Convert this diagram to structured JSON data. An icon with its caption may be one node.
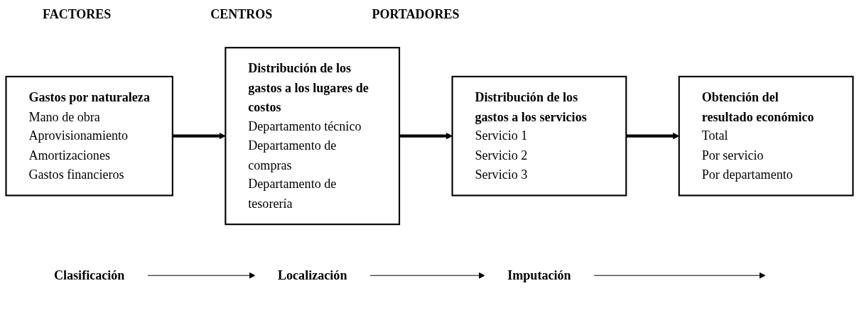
{
  "diagram": {
    "nodes": [
      {
        "text": [
          "Gastos por naturaleza",
          "Mano de obra",
          "Aprovisionamiento",
          "Amortizaciones",
          "Gastos financieros"
        ]
      },
      {
        "text": [
          "Distribución de los gastos a los lugares de costos",
          "Departamento técnico",
          "Departamento de compras",
          "Departamento de tesorería"
        ]
      },
      {
        "text": [
          "Distribución de los gastos a los servicios",
          "Servicio 1",
          "Servicio 2",
          "Servicio 3"
        ]
      },
      {
        "text": [
          "Obtención del resultado económico",
          "Total",
          "Por servicio",
          "Por departamento"
        ]
      },
      {
        "text": [
          "Clasificación"
        ]
      },
      {
        "text": [
          "Localización"
        ]
      },
      {
        "text": [
          "Imputación"
        ]
      }
    ],
    "edges": [
      {
        "from": 0,
        "to": 1,
        "arrow": "to",
        "style": "thick"
      },
      {
        "from": 1,
        "to": 2,
        "arrow": "to",
        "style": "thick"
      },
      {
        "from": 2,
        "to": 3,
        "arrow": "to",
        "style": "thick"
      },
      {
        "from": 4,
        "to": 5,
        "arrow": "to"
      },
      {
        "from": 5,
        "to": 6,
        "arrow": "to"
      },
      {
        "from": 6,
        "to": null,
        "arrow": "to"
      }
    ],
    "labels": [
      "FACTORES",
      "CENTROS",
      "PORTADORES"
    ]
  }
}
